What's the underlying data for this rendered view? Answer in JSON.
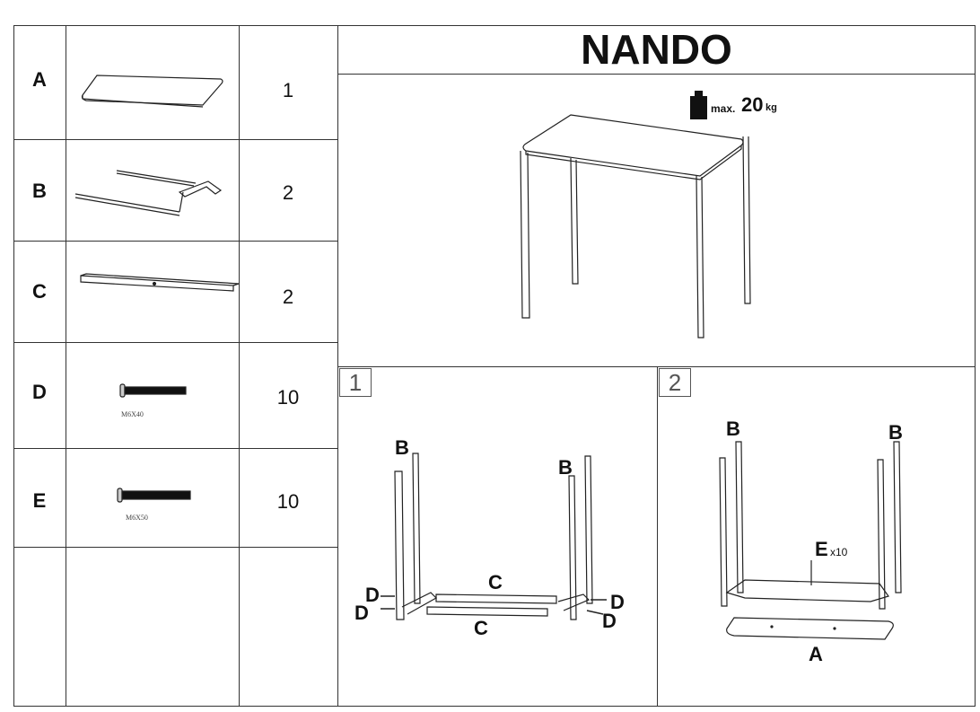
{
  "title": "NANDO",
  "parts": [
    {
      "letter": "A",
      "qty": "1"
    },
    {
      "letter": "B",
      "qty": "2"
    },
    {
      "letter": "C",
      "qty": "2"
    },
    {
      "letter": "D",
      "qty": "10",
      "spec": "M6X40"
    },
    {
      "letter": "E",
      "qty": "10",
      "spec": "M6X50"
    }
  ],
  "load": {
    "prefix": "max.",
    "value": "20",
    "unit": "kg"
  },
  "steps": [
    {
      "number": "1",
      "labels": {
        "b1": "B",
        "b2": "B",
        "c1": "C",
        "c2": "C",
        "d1": "D",
        "d2": "D",
        "d3": "D",
        "d4": "D"
      }
    },
    {
      "number": "2",
      "labels": {
        "b1": "B",
        "b2": "B",
        "e": "E",
        "e_count": "x10",
        "a": "A"
      }
    }
  ]
}
